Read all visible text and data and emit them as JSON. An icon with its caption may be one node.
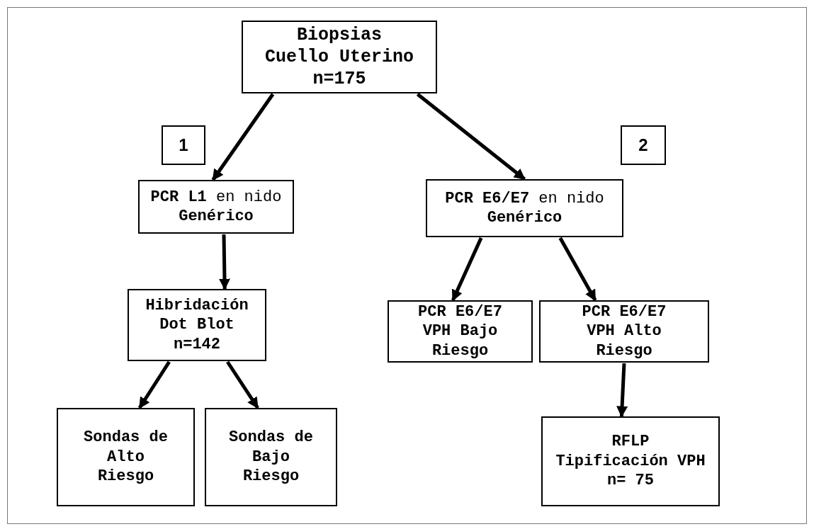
{
  "diagram": {
    "nodes": [
      {
        "text": [
          "Biopsias Cuello Uterino",
          "n=175"
        ]
      },
      {
        "text": [
          "1"
        ]
      },
      {
        "text": [
          "2"
        ]
      },
      {
        "text": [
          "**PCR L1** en nido **Genérico**"
        ]
      },
      {
        "text": [
          "**PCR E6/E7** en nido **Genérico**"
        ]
      },
      {
        "text": [
          "Hibridación Dot Blot",
          "n=142"
        ]
      },
      {
        "text": [
          "PCR E6/E7 VPH Bajo Riesgo"
        ]
      },
      {
        "text": [
          "PCR E6/E7 VPH Alto Riesgo"
        ]
      },
      {
        "text": [
          "Sondas de Alto Riesgo"
        ]
      },
      {
        "text": [
          "Sondas de Bajo Riesgo"
        ]
      },
      {
        "text": [
          "RFLP Tipificación VPH",
          "n= 75"
        ]
      }
    ],
    "edges": [
      {
        "from": 0,
        "to": 3,
        "arrow": "to"
      },
      {
        "from": 0,
        "to": 4,
        "arrow": "to"
      },
      {
        "from": 3,
        "to": 5,
        "arrow": "to"
      },
      {
        "from": 5,
        "to": 8,
        "arrow": "to"
      },
      {
        "from": 5,
        "to": 9,
        "arrow": "to"
      },
      {
        "from": 4,
        "to": 6,
        "arrow": "to"
      },
      {
        "from": 4,
        "to": 7,
        "arrow": "to"
      },
      {
        "from": 7,
        "to": 10,
        "arrow": "to"
      }
    ]
  }
}
